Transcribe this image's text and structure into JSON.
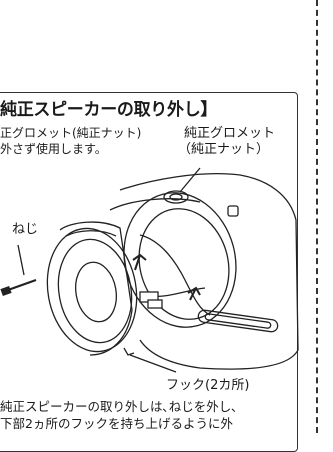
{
  "section": {
    "title": "純正スピーカーの取り外し】",
    "note_line1": "正グロメット(純正ナット)",
    "note_line2": "外さず使用します。",
    "grommet_label_line1": "純正グロメット",
    "grommet_label_line2": "（純正ナット）",
    "screw_label": "ねじ",
    "hook_label": "フック(2カ所)",
    "body_line1": "純正スピーカーの取り外しは､ねじを外し､",
    "body_line2": "下部2ヵ所のフックを持ち上げるように外"
  }
}
